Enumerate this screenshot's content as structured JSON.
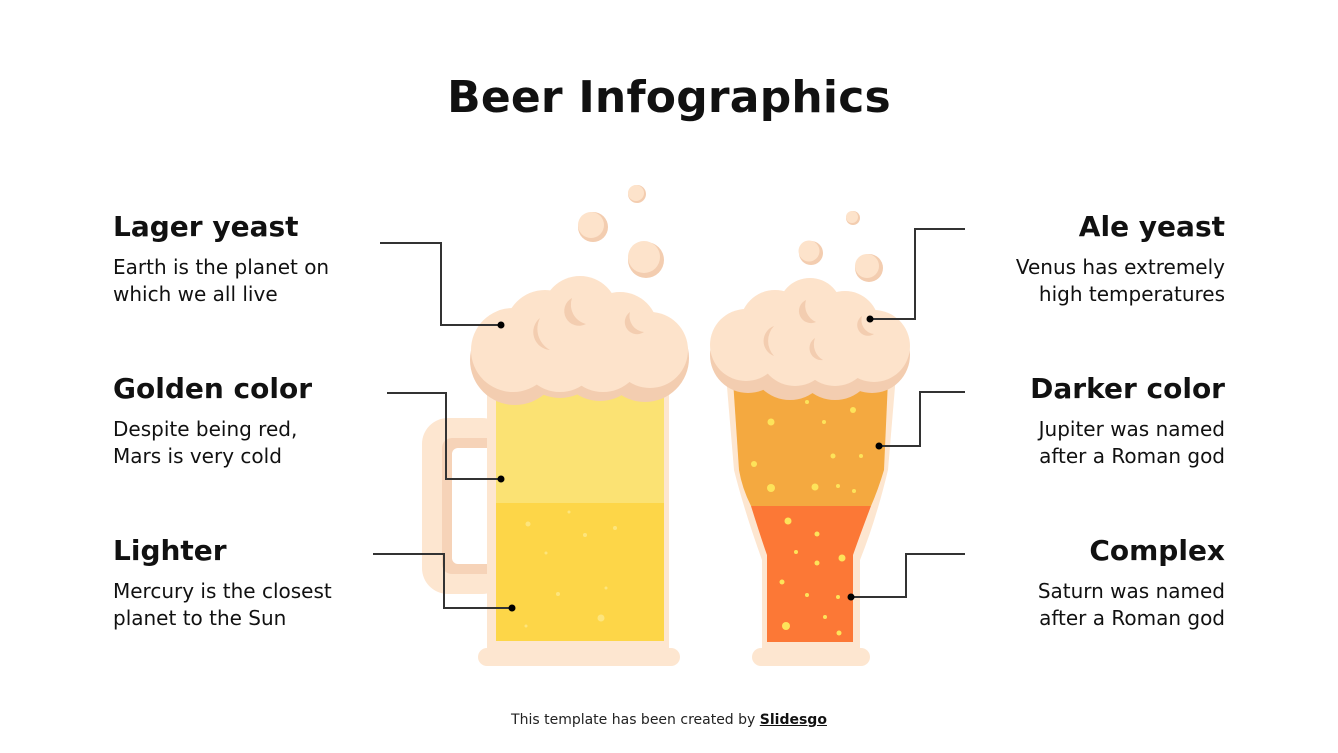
{
  "title": "Beer Infographics",
  "left_items": [
    {
      "heading": "Lager yeast",
      "line1": "Earth is the planet on",
      "line2": "which we all live"
    },
    {
      "heading": "Golden color",
      "line1": "Despite being red,",
      "line2": "Mars is very cold"
    },
    {
      "heading": "Lighter",
      "line1": "Mercury is the closest",
      "line2": "planet to the Sun"
    }
  ],
  "right_items": [
    {
      "heading": "Ale yeast",
      "line1": "Venus has extremely",
      "line2": "high temperatures"
    },
    {
      "heading": "Darker color",
      "line1": "Jupiter was named",
      "line2": "after a Roman god"
    },
    {
      "heading": "Complex",
      "line1": "Saturn was named",
      "line2": "after a Roman god"
    }
  ],
  "footer": {
    "prefix": "This template has been created by ",
    "brand": "Slidesgo"
  },
  "colors": {
    "foam": "#fde3cb",
    "foam_shadow": "#f3cdb0",
    "glass": "#fde6d0",
    "lager_light": "#fbe273",
    "lager_dark": "#fdd648",
    "ale_top": "#f4a940",
    "ale_bottom": "#fc7836",
    "bubble": "#fde35a",
    "line": "#333333",
    "dot": "#000000"
  }
}
